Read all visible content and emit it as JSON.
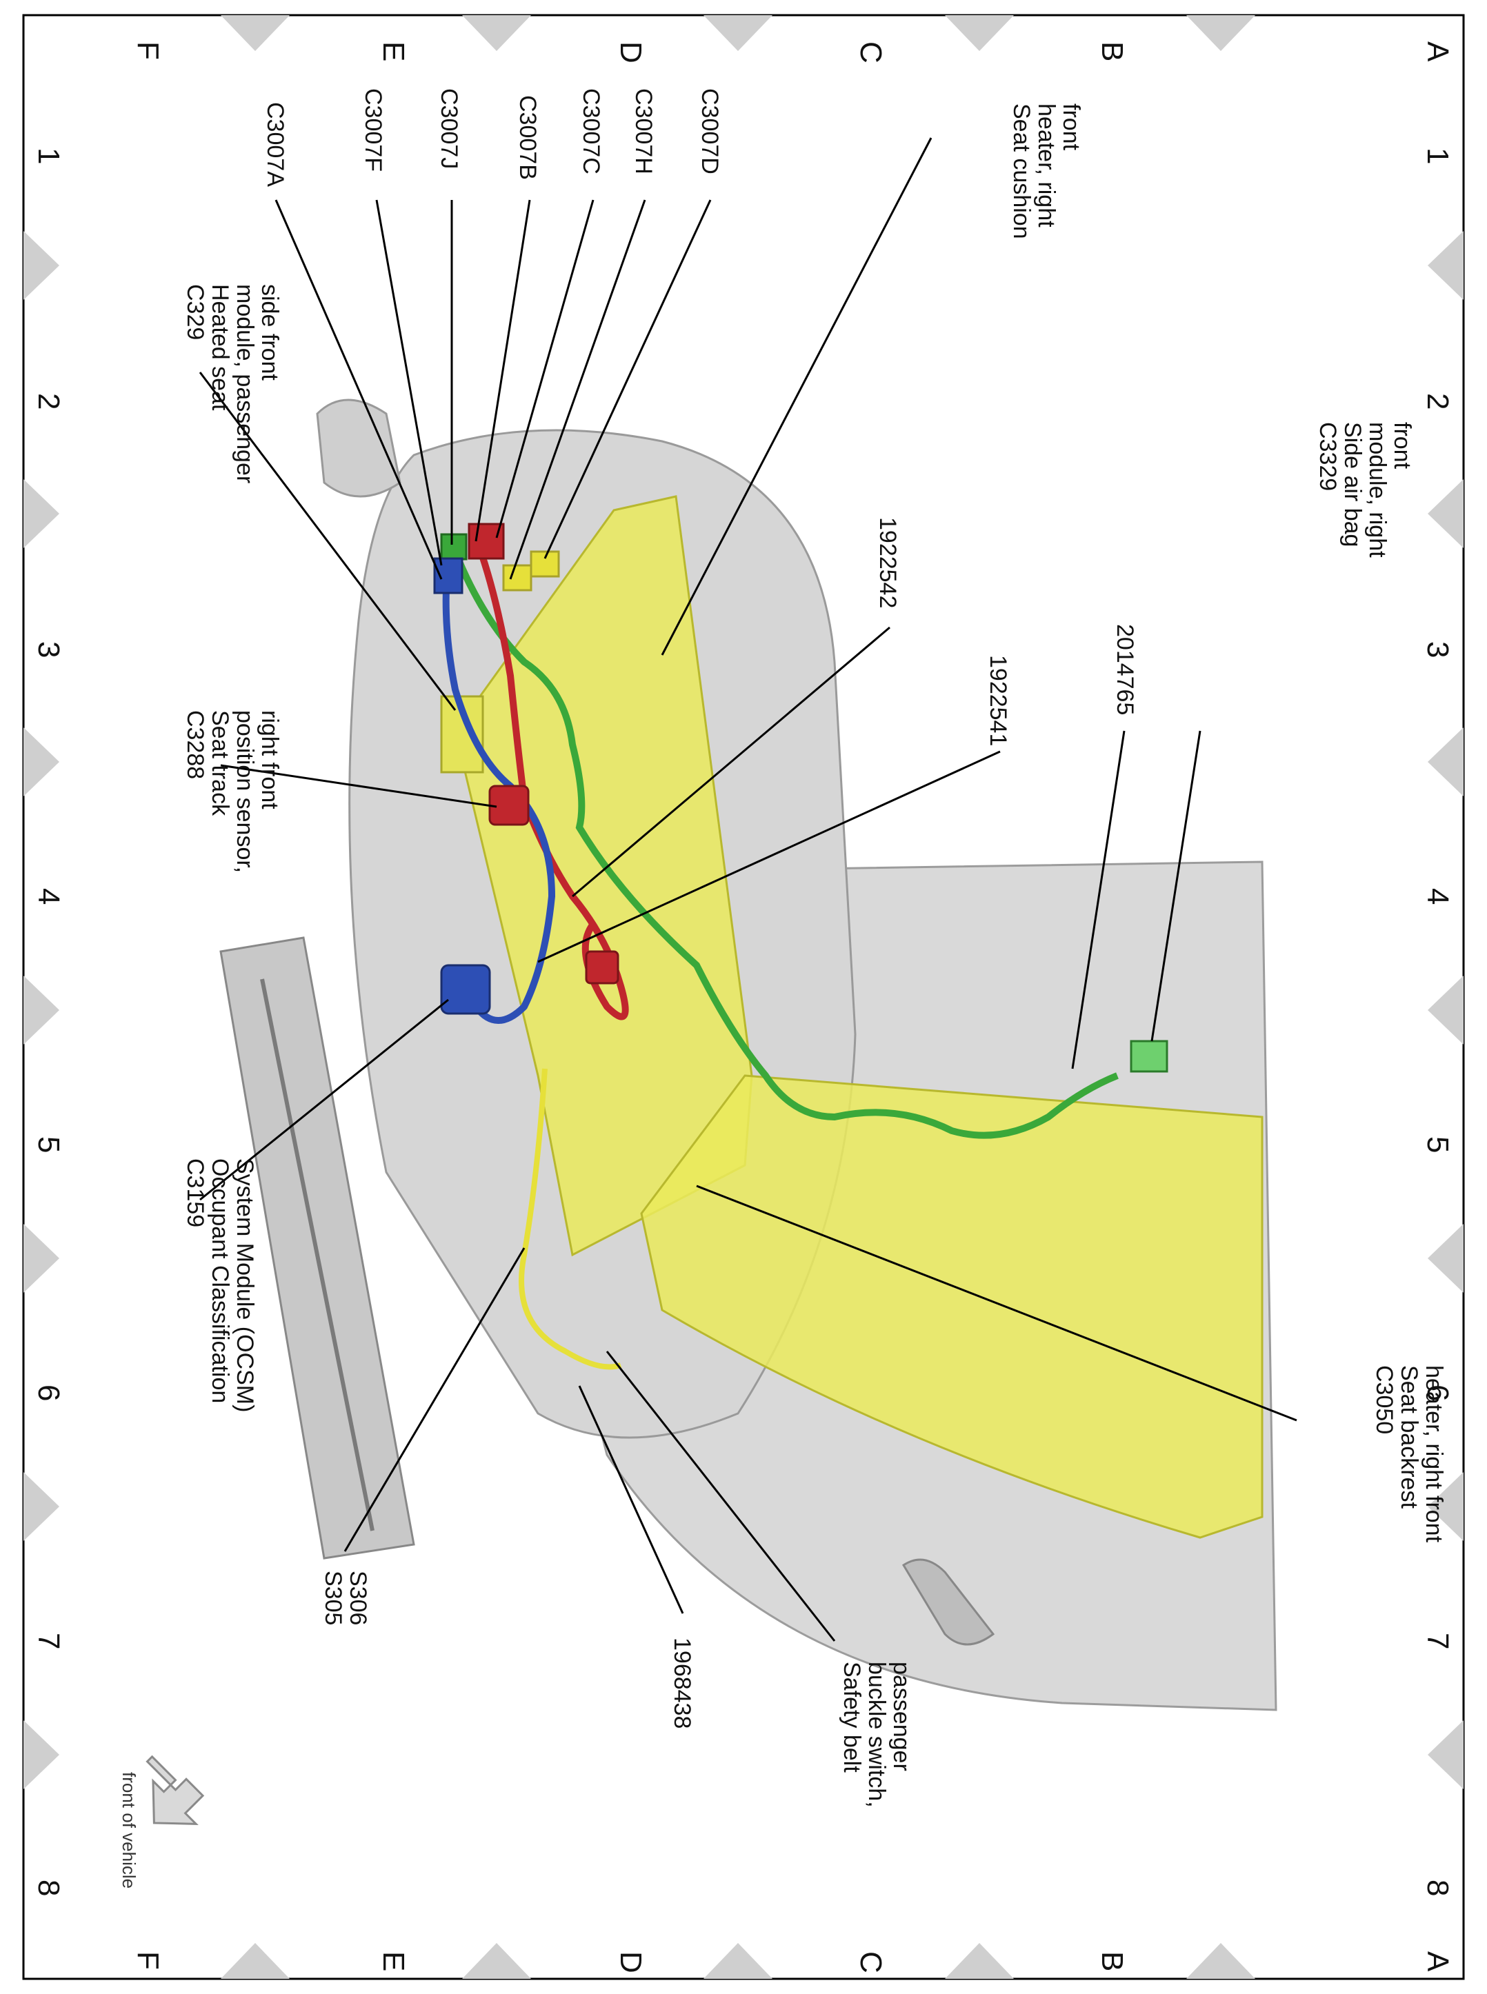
{
  "grid": {
    "rows": [
      "A",
      "B",
      "C",
      "D",
      "E",
      "F"
    ],
    "columns": [
      "1",
      "2",
      "3",
      "4",
      "5",
      "6",
      "7",
      "8"
    ]
  },
  "callouts": {
    "c3007d": "C3007D",
    "c3007h": "C3007H",
    "c3007c": "C3007C",
    "c3007b": "C3007B",
    "c3007j": "C3007J",
    "c3007f": "C3007F",
    "c3007a": "C3007A",
    "c329": {
      "id": "C329",
      "lines": [
        "Heated seat",
        "module, passenger",
        "side front"
      ]
    },
    "seat_cushion_heater": {
      "lines": [
        "Seat cushion",
        "heater, right",
        "front"
      ]
    },
    "c3329": {
      "id": "C3329",
      "lines": [
        "Side air bag",
        "module, right",
        "front"
      ]
    },
    "n2014765": "2014765",
    "n1922542": "1922542",
    "n1922541": "1922541",
    "c3288": {
      "id": "C3288",
      "lines": [
        "Seat track",
        "position sensor,",
        "right front"
      ]
    },
    "c3159": {
      "id": "C3159",
      "lines": [
        "Occupant Classification",
        "System Module (OCSM)"
      ]
    },
    "c3050": {
      "id": "C3050",
      "lines": [
        "Seat backrest",
        "heater, right front"
      ]
    },
    "safety_belt": {
      "lines": [
        "Safety belt",
        "buckle switch,",
        "passenger"
      ]
    },
    "n1968438": "1968438",
    "s305": "S305",
    "s306": "S306"
  },
  "orientation_label": "front of vehicle",
  "colors": {
    "frame": "#000000",
    "grid_marker": "#cfcfcf",
    "seat": "#d6d6d6",
    "heater_pad": "#eaea5c",
    "wire_green": "#3aa83a",
    "wire_red": "#c0262d",
    "wire_blue": "#2d4fb5",
    "wire_yellow": "#e6e03a"
  }
}
